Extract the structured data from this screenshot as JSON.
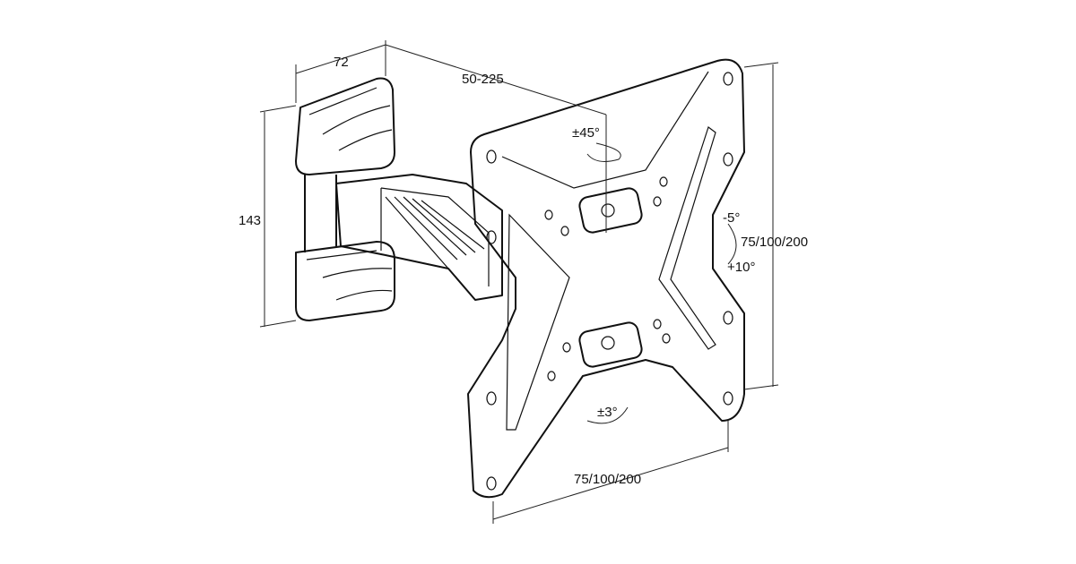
{
  "dimensions": {
    "depth": "72",
    "extension": "50-225",
    "height": "143",
    "vesa_vertical": "75/100/200",
    "vesa_horizontal": "75/100/200"
  },
  "angles": {
    "swivel": "±45°",
    "tilt_up": "-5°",
    "tilt_down": "+10°",
    "rotation": "±3°"
  }
}
